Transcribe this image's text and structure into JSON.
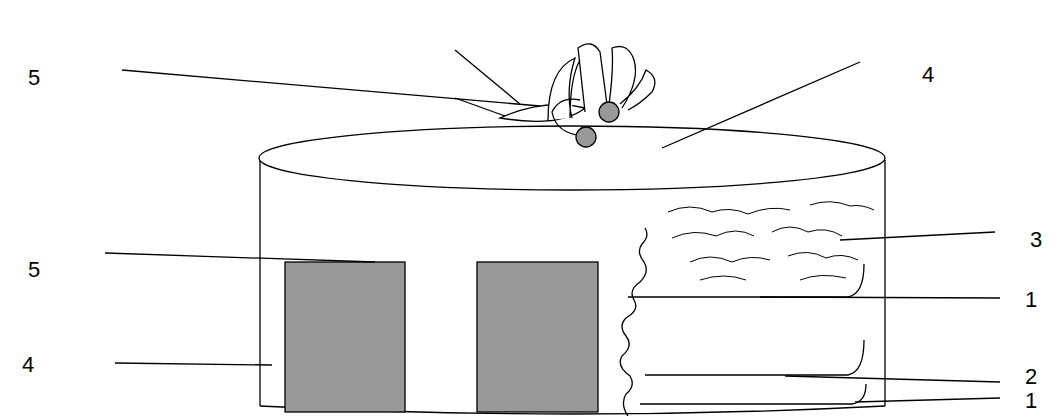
{
  "diagram": {
    "labels": [
      "5",
      "4",
      "3",
      "5",
      "1",
      "4",
      "2",
      "1"
    ]
  }
}
